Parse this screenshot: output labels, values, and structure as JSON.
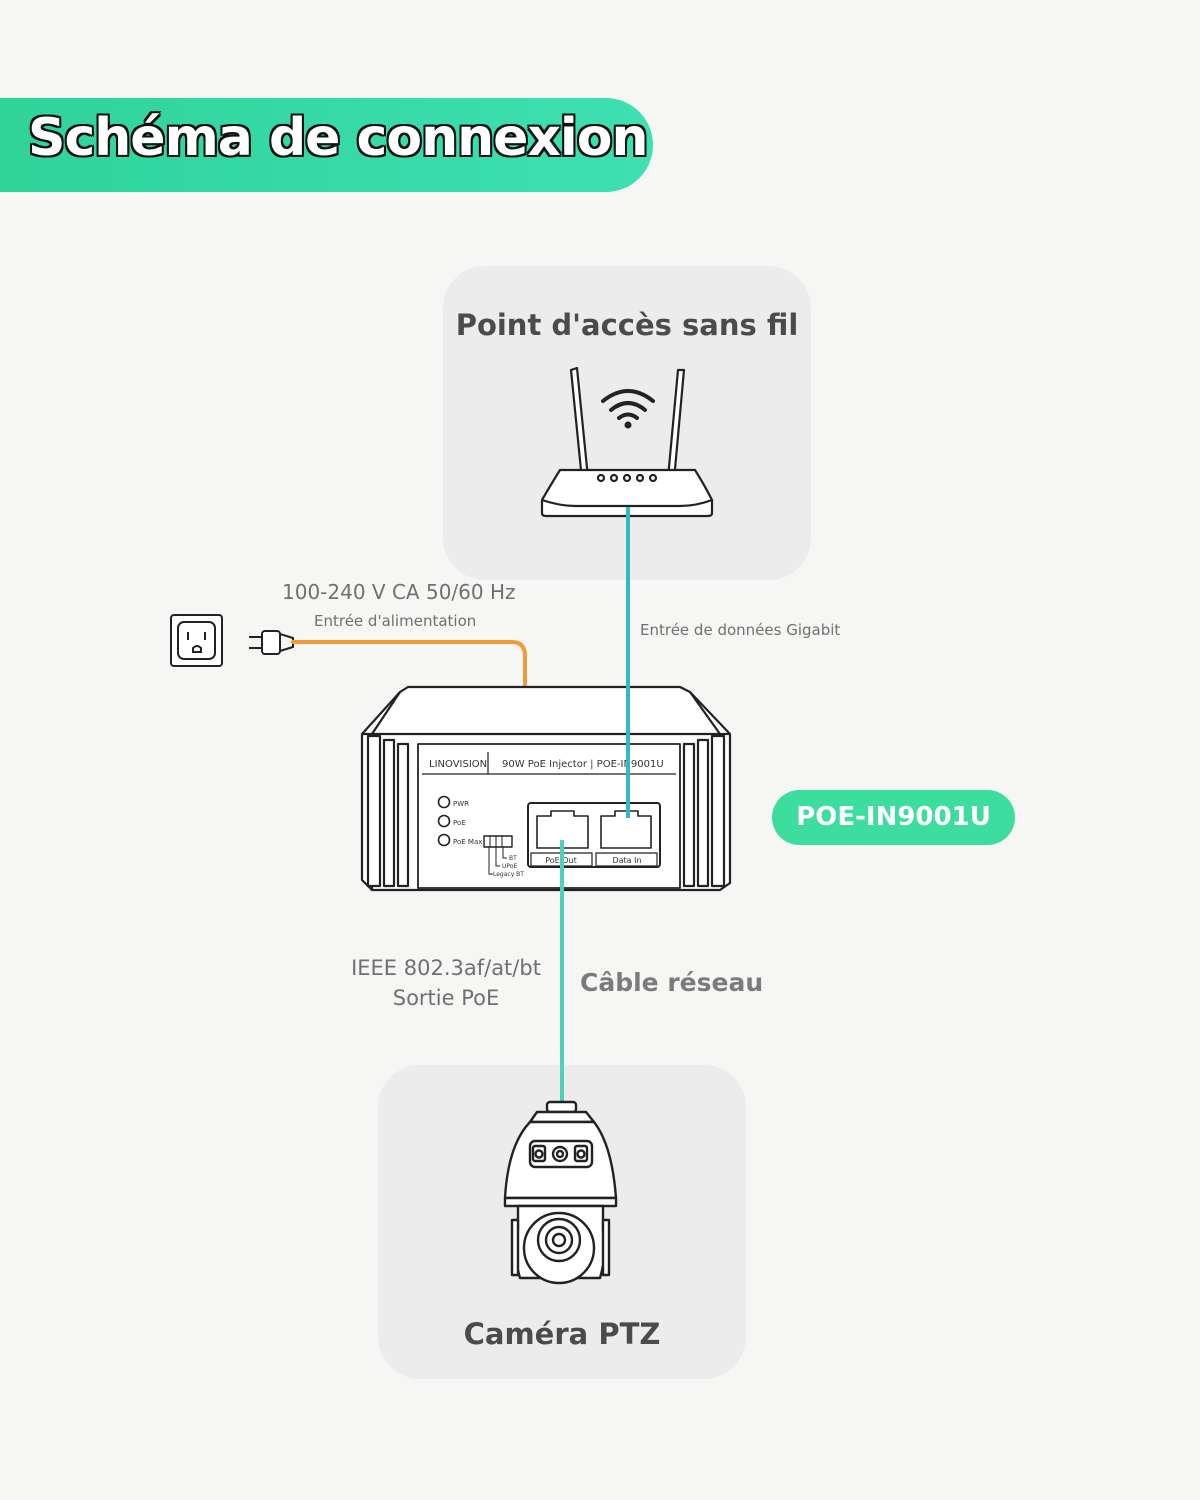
{
  "banner": {
    "title": "Schéma de connexion",
    "color": "#35d8a3"
  },
  "access_point": {
    "title": "Point d'accès sans fil"
  },
  "camera": {
    "title": "Caméra PTZ"
  },
  "power": {
    "voltage": "100-240 V CA 50/60 Hz",
    "input_label": "Entrée d'alimentation",
    "cable_color": "#f39a3a"
  },
  "data": {
    "input_label": "Entrée de données Gigabit",
    "cable_color": "#35b8c4"
  },
  "poe": {
    "standard": "IEEE 802.3af/at/bt",
    "output_label": "Sortie PoE"
  },
  "network_cable": {
    "label": "Câble réseau",
    "color": "#4fd0b8"
  },
  "model": {
    "name": "POE-IN9001U",
    "color": "#3ddc9f"
  },
  "injector": {
    "brand": "LINOVISION",
    "product": "90W PoE Injector | POE-IN9001U",
    "leds": [
      "PWR",
      "PoE",
      "PoE Max"
    ],
    "switch_modes": [
      "BT",
      "UPoE",
      "Legacy BT"
    ],
    "ports": {
      "out": "PoE Out",
      "in": "Data In"
    }
  }
}
